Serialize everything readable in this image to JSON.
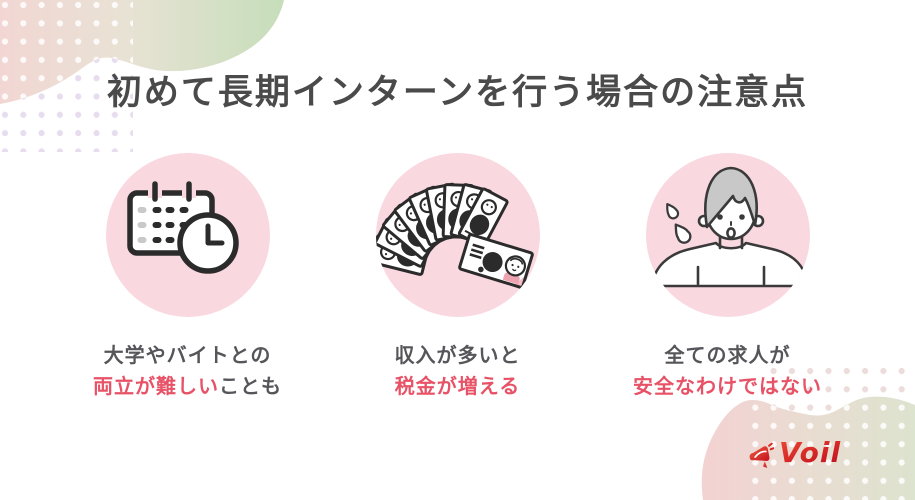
{
  "title": "初めて長期インターンを行う場合の注意点",
  "columns": [
    {
      "icon": "calendar-clock-icon",
      "line1": "大学やバイトとの",
      "line2_red": "両立が難しい",
      "line2_gray": "ことも"
    },
    {
      "icon": "money-fan-icon",
      "line1": "収入が多いと",
      "line2_red": "税金が増える",
      "line2_gray": ""
    },
    {
      "icon": "worried-person-icon",
      "line1": "全ての求人が",
      "line2_red": "安全なわけではない",
      "line2_gray": ""
    }
  ],
  "logo": {
    "text": "Voil",
    "icon": "megaphone-icon"
  },
  "colors": {
    "accent_red": "#e85267",
    "circle_pink": "#fad8e0",
    "title_gray": "#4a4a4a",
    "caption_gray": "#55555a",
    "icon_stroke": "#2b2b2b",
    "logo_red": "#d8251d",
    "blob_pink": "#f2d6d3",
    "blob_green": "#c6deba",
    "dot_lavender": "#e7ddee",
    "dot_pink": "#ecdcdc"
  }
}
